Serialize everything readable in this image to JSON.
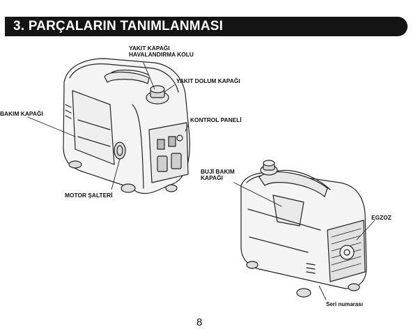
{
  "header": {
    "title": "3. PARÇALARIN TANIMLANMASI"
  },
  "labels": {
    "fuel_cap_vent_line1": "YAKIT KAPAĞI",
    "fuel_cap_vent_line2": "HAVALANDIRMA KOLU",
    "fuel_filler_cap": "YAKIT DOLUM KAPAĞI",
    "maintenance_cover": "BAKIM KAPAĞI",
    "control_panel": "KONTROL PANELİ",
    "engine_switch": "MOTOR ŞALTERİ",
    "spark_plug_line1": "BUJİ BAKIM",
    "spark_plug_line2": "KAPAĞI",
    "exhaust": "EGZOZ",
    "serial_number": "Seri numarası"
  },
  "footer": {
    "page_number": "8"
  }
}
